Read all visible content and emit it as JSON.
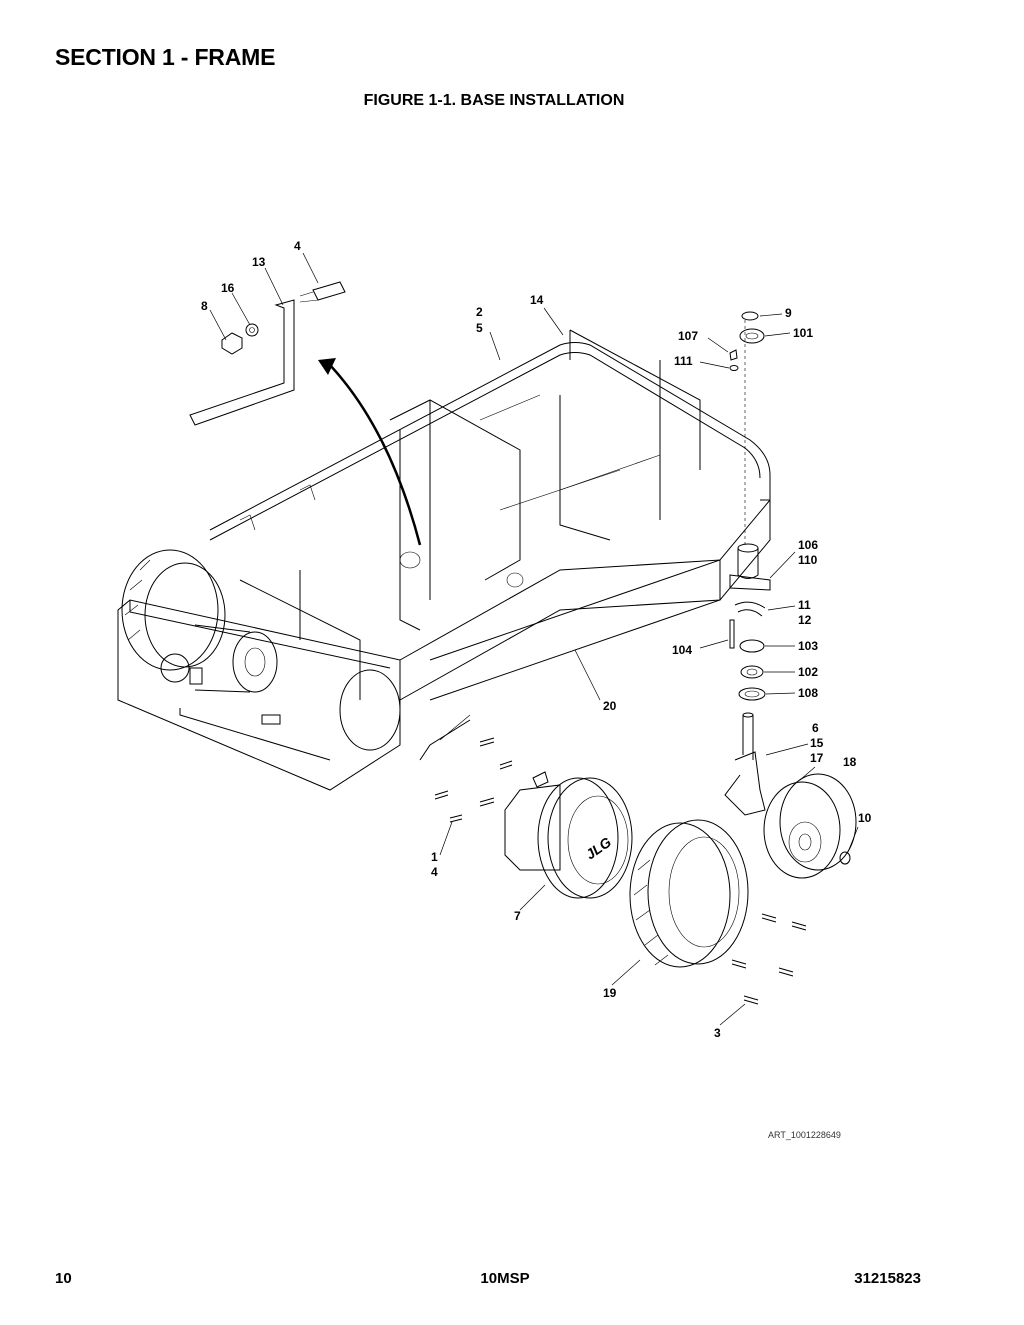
{
  "header": {
    "section_title": "SECTION 1 - FRAME",
    "figure_title": "FIGURE 1-1. BASE INSTALLATION"
  },
  "callouts": {
    "c4a": "4",
    "c13": "13",
    "c16": "16",
    "c8": "8",
    "c2": "2",
    "c5a": "5",
    "c14": "14",
    "c9": "9",
    "c107": "107",
    "c101": "101",
    "c111": "111",
    "c106": "106",
    "c110": "110",
    "c11": "11",
    "c12": "12",
    "c104": "104",
    "c103": "103",
    "c102": "102",
    "c108": "108",
    "c20": "20",
    "c6": "6",
    "c15": "15",
    "c17": "17",
    "c18": "18",
    "c10": "10",
    "c1": "1",
    "c4b": "4",
    "c7": "7",
    "c19": "19",
    "c3": "3"
  },
  "art_id": "ART_1001228649",
  "footer": {
    "page_number": "10",
    "model": "10MSP",
    "doc_number": "31215823"
  }
}
